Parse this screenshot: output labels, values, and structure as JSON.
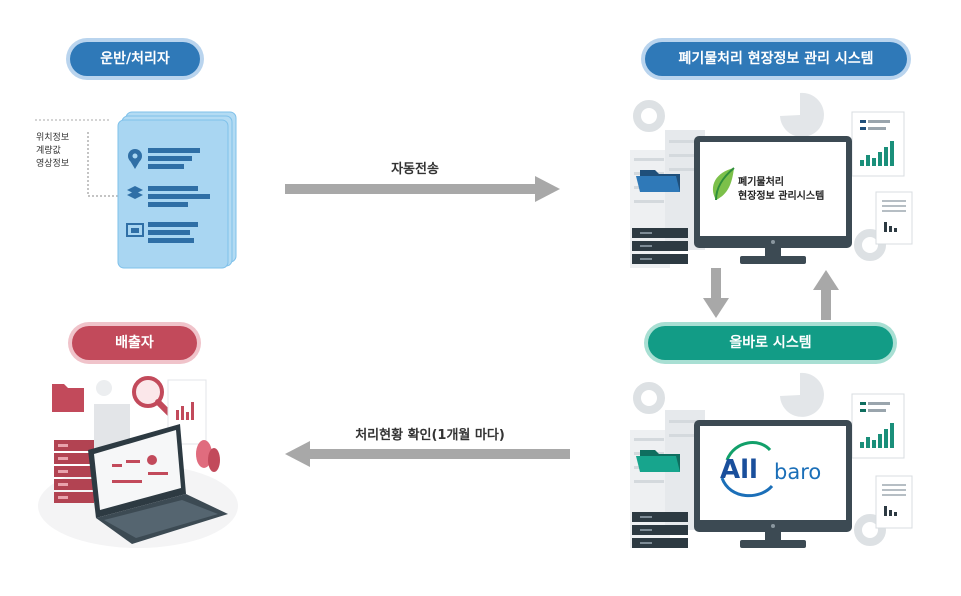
{
  "nodes": {
    "transporter": "운반/처리자",
    "waste_system": "폐기물처리 현장정보 관리 시스템",
    "allbaro_system": "올바로 시스템",
    "discharger": "배출자"
  },
  "device_info": [
    "위치정보",
    "계량값",
    "영상정보"
  ],
  "arrows": {
    "auto_transmit": "자동전송",
    "check_monthly": "처리현황 확인(1개월 마다)"
  },
  "screen_top": {
    "line1": "폐기물처리",
    "line2": "현장정보 관리시스템"
  },
  "screen_bottom": {
    "logo_part1": "All",
    "logo_part2": "baro"
  },
  "colors": {
    "blue": "#2f79b8",
    "red": "#c24a5b",
    "green": "#129c86",
    "arrow": "#a8a8a8",
    "dark": "#3c4a53"
  }
}
